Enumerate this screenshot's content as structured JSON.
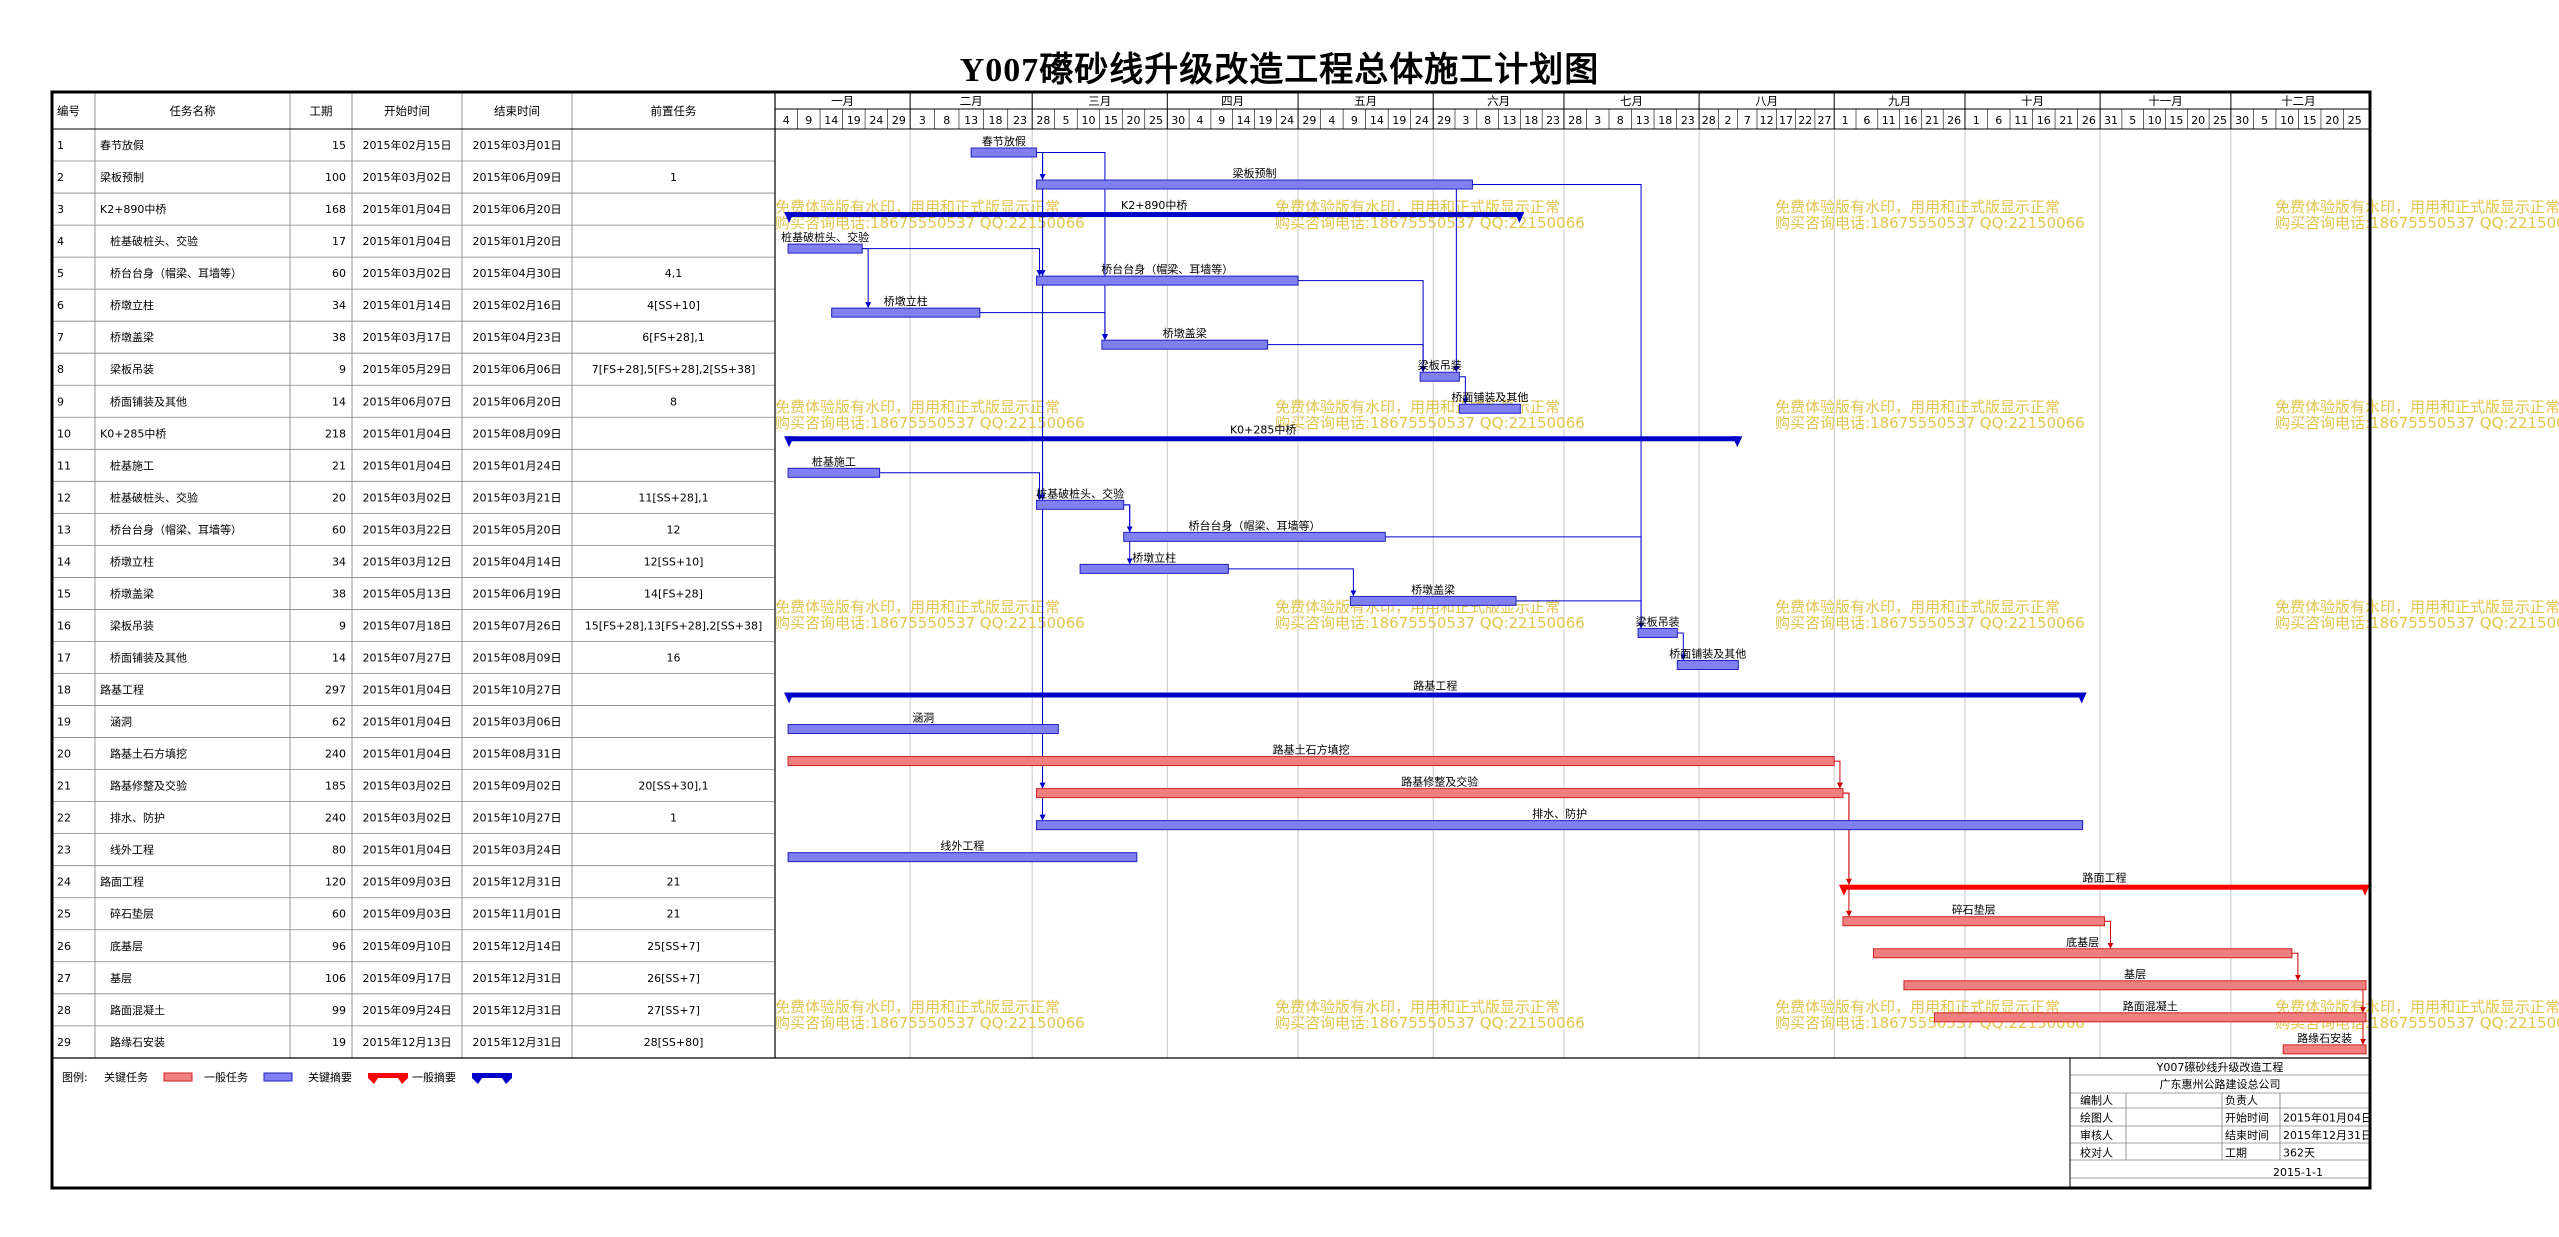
{
  "title": "Y007礤砂线升级改造工程总体施工计划图",
  "columns": [
    "编号",
    "任务名称",
    "工期",
    "开始时间",
    "结束时间",
    "前置任务"
  ],
  "months": [
    "一月",
    "二月",
    "三月",
    "四月",
    "五月",
    "六月",
    "七月",
    "八月",
    "九月",
    "十月",
    "十一月",
    "十二月"
  ],
  "day_ticks": [
    [
      "4",
      "9",
      "14",
      "19",
      "24",
      "29"
    ],
    [
      "3",
      "8",
      "13",
      "18",
      "23"
    ],
    [
      "28",
      "5",
      "10",
      "15",
      "20",
      "25"
    ],
    [
      "30",
      "4",
      "9",
      "14",
      "19",
      "24"
    ],
    [
      "29",
      "4",
      "9",
      "14",
      "19",
      "24"
    ],
    [
      "29",
      "3",
      "8",
      "13",
      "18",
      "23"
    ],
    [
      "28",
      "3",
      "8",
      "13",
      "18",
      "23"
    ],
    [
      "28",
      "2",
      "7",
      "12",
      "17",
      "22",
      "27"
    ],
    [
      "1",
      "6",
      "11",
      "16",
      "21",
      "26"
    ],
    [
      "1",
      "6",
      "11",
      "16",
      "21",
      "26"
    ],
    [
      "31",
      "5",
      "10",
      "15",
      "20",
      "25"
    ],
    [
      "30",
      "5",
      "10",
      "15",
      "20",
      "25"
    ]
  ],
  "chart_data": {
    "type": "gantt",
    "year": 2015,
    "tasks": [
      {
        "id": "1",
        "name": "春节放假",
        "indent": 1,
        "duration": "15",
        "start": "2015年02月15日",
        "end": "2015年03月01日",
        "pred": "",
        "kind": "normal_task",
        "s": "2015-02-15",
        "e": "2015-03-01"
      },
      {
        "id": "2",
        "name": "梁板预制",
        "indent": 1,
        "duration": "100",
        "start": "2015年03月02日",
        "end": "2015年06月09日",
        "pred": "1",
        "kind": "normal_task",
        "s": "2015-03-02",
        "e": "2015-06-09"
      },
      {
        "id": "3",
        "name": "K2+890中桥",
        "indent": 1,
        "duration": "168",
        "start": "2015年01月04日",
        "end": "2015年06月20日",
        "pred": "",
        "kind": "normal_summary",
        "s": "2015-01-04",
        "e": "2015-06-20"
      },
      {
        "id": "4",
        "name": "桩基破桩头、交验",
        "indent": 2,
        "duration": "17",
        "start": "2015年01月04日",
        "end": "2015年01月20日",
        "pred": "",
        "kind": "normal_task",
        "s": "2015-01-04",
        "e": "2015-01-20"
      },
      {
        "id": "5",
        "name": "桥台台身（帽梁、耳墙等）",
        "indent": 2,
        "duration": "60",
        "start": "2015年03月02日",
        "end": "2015年04月30日",
        "pred": "4,1",
        "kind": "normal_task",
        "s": "2015-03-02",
        "e": "2015-04-30"
      },
      {
        "id": "6",
        "name": "桥墩立柱",
        "indent": 2,
        "duration": "34",
        "start": "2015年01月14日",
        "end": "2015年02月16日",
        "pred": "4[SS+10]",
        "kind": "normal_task",
        "s": "2015-01-14",
        "e": "2015-02-16"
      },
      {
        "id": "7",
        "name": "桥墩盖梁",
        "indent": 2,
        "duration": "38",
        "start": "2015年03月17日",
        "end": "2015年04月23日",
        "pred": "6[FS+28],1",
        "kind": "normal_task",
        "s": "2015-03-17",
        "e": "2015-04-23"
      },
      {
        "id": "8",
        "name": "梁板吊装",
        "indent": 2,
        "duration": "9",
        "start": "2015年05月29日",
        "end": "2015年06月06日",
        "pred": "7[FS+28],5[FS+28],2[SS+38]",
        "kind": "normal_task",
        "s": "2015-05-29",
        "e": "2015-06-06"
      },
      {
        "id": "9",
        "name": "桥面铺装及其他",
        "indent": 2,
        "duration": "14",
        "start": "2015年06月07日",
        "end": "2015年06月20日",
        "pred": "8",
        "kind": "normal_task",
        "s": "2015-06-07",
        "e": "2015-06-20"
      },
      {
        "id": "10",
        "name": "K0+285中桥",
        "indent": 1,
        "duration": "218",
        "start": "2015年01月04日",
        "end": "2015年08月09日",
        "pred": "",
        "kind": "normal_summary",
        "s": "2015-01-04",
        "e": "2015-08-09"
      },
      {
        "id": "11",
        "name": "桩基施工",
        "indent": 2,
        "duration": "21",
        "start": "2015年01月04日",
        "end": "2015年01月24日",
        "pred": "",
        "kind": "normal_task",
        "s": "2015-01-04",
        "e": "2015-01-24"
      },
      {
        "id": "12",
        "name": "桩基破桩头、交验",
        "indent": 2,
        "duration": "20",
        "start": "2015年03月02日",
        "end": "2015年03月21日",
        "pred": "11[SS+28],1",
        "kind": "normal_task",
        "s": "2015-03-02",
        "e": "2015-03-21"
      },
      {
        "id": "13",
        "name": "桥台台身（帽梁、耳墙等）",
        "indent": 2,
        "duration": "60",
        "start": "2015年03月22日",
        "end": "2015年05月20日",
        "pred": "12",
        "kind": "normal_task",
        "s": "2015-03-22",
        "e": "2015-05-20"
      },
      {
        "id": "14",
        "name": "桥墩立柱",
        "indent": 2,
        "duration": "34",
        "start": "2015年03月12日",
        "end": "2015年04月14日",
        "pred": "12[SS+10]",
        "kind": "normal_task",
        "s": "2015-03-12",
        "e": "2015-04-14"
      },
      {
        "id": "15",
        "name": "桥墩盖梁",
        "indent": 2,
        "duration": "38",
        "start": "2015年05月13日",
        "end": "2015年06月19日",
        "pred": "14[FS+28]",
        "kind": "normal_task",
        "s": "2015-05-13",
        "e": "2015-06-19"
      },
      {
        "id": "16",
        "name": "梁板吊装",
        "indent": 2,
        "duration": "9",
        "start": "2015年07月18日",
        "end": "2015年07月26日",
        "pred": "15[FS+28],13[FS+28],2[SS+38]",
        "kind": "normal_task",
        "s": "2015-07-18",
        "e": "2015-07-26"
      },
      {
        "id": "17",
        "name": "桥面铺装及其他",
        "indent": 2,
        "duration": "14",
        "start": "2015年07月27日",
        "end": "2015年08月09日",
        "pred": "16",
        "kind": "normal_task",
        "s": "2015-07-27",
        "e": "2015-08-09"
      },
      {
        "id": "18",
        "name": "路基工程",
        "indent": 1,
        "duration": "297",
        "start": "2015年01月04日",
        "end": "2015年10月27日",
        "pred": "",
        "kind": "normal_summary",
        "s": "2015-01-04",
        "e": "2015-10-27"
      },
      {
        "id": "19",
        "name": "涵洞",
        "indent": 2,
        "duration": "62",
        "start": "2015年01月04日",
        "end": "2015年03月06日",
        "pred": "",
        "kind": "normal_task",
        "s": "2015-01-04",
        "e": "2015-03-06"
      },
      {
        "id": "20",
        "name": "路基土石方填挖",
        "indent": 2,
        "duration": "240",
        "start": "2015年01月04日",
        "end": "2015年08月31日",
        "pred": "",
        "kind": "key_task",
        "s": "2015-01-04",
        "e": "2015-08-31"
      },
      {
        "id": "21",
        "name": "路基修整及交验",
        "indent": 2,
        "duration": "185",
        "start": "2015年03月02日",
        "end": "2015年09月02日",
        "pred": "20[SS+30],1",
        "kind": "key_task",
        "s": "2015-03-02",
        "e": "2015-09-02"
      },
      {
        "id": "22",
        "name": "排水、防护",
        "indent": 2,
        "duration": "240",
        "start": "2015年03月02日",
        "end": "2015年10月27日",
        "pred": "1",
        "kind": "normal_task",
        "s": "2015-03-02",
        "e": "2015-10-27"
      },
      {
        "id": "23",
        "name": "线外工程",
        "indent": 2,
        "duration": "80",
        "start": "2015年01月04日",
        "end": "2015年03月24日",
        "pred": "",
        "kind": "normal_task",
        "s": "2015-01-04",
        "e": "2015-03-24"
      },
      {
        "id": "24",
        "name": "路面工程",
        "indent": 1,
        "duration": "120",
        "start": "2015年09月03日",
        "end": "2015年12月31日",
        "pred": "21",
        "kind": "key_summary",
        "s": "2015-09-03",
        "e": "2015-12-31"
      },
      {
        "id": "25",
        "name": "碎石垫层",
        "indent": 2,
        "duration": "60",
        "start": "2015年09月03日",
        "end": "2015年11月01日",
        "pred": "21",
        "kind": "key_task",
        "s": "2015-09-03",
        "e": "2015-11-01"
      },
      {
        "id": "26",
        "name": "底基层",
        "indent": 2,
        "duration": "96",
        "start": "2015年09月10日",
        "end": "2015年12月14日",
        "pred": "25[SS+7]",
        "kind": "key_task",
        "s": "2015-09-10",
        "e": "2015-12-14"
      },
      {
        "id": "27",
        "name": "基层",
        "indent": 2,
        "duration": "106",
        "start": "2015年09月17日",
        "end": "2015年12月31日",
        "pred": "26[SS+7]",
        "kind": "key_task",
        "s": "2015-09-17",
        "e": "2015-12-31"
      },
      {
        "id": "28",
        "name": "路面混凝土",
        "indent": 2,
        "duration": "99",
        "start": "2015年09月24日",
        "end": "2015年12月31日",
        "pred": "27[SS+7]",
        "kind": "key_task",
        "s": "2015-09-24",
        "e": "2015-12-31"
      },
      {
        "id": "29",
        "name": "路缘石安装",
        "indent": 2,
        "duration": "19",
        "start": "2015年12月13日",
        "end": "2015年12月31日",
        "pred": "28[SS+80]",
        "kind": "key_task",
        "s": "2015-12-13",
        "e": "2015-12-31"
      }
    ],
    "links": [
      [
        1,
        2
      ],
      [
        1,
        5
      ],
      [
        1,
        7
      ],
      [
        1,
        12
      ],
      [
        1,
        21
      ],
      [
        1,
        22
      ],
      [
        2,
        8
      ],
      [
        2,
        16
      ],
      [
        4,
        5
      ],
      [
        4,
        6
      ],
      [
        5,
        8
      ],
      [
        6,
        7
      ],
      [
        7,
        8
      ],
      [
        8,
        9
      ],
      [
        11,
        12
      ],
      [
        12,
        13
      ],
      [
        12,
        14
      ],
      [
        13,
        16
      ],
      [
        14,
        15
      ],
      [
        15,
        16
      ],
      [
        16,
        17
      ],
      [
        20,
        21
      ],
      [
        21,
        24
      ],
      [
        21,
        25
      ],
      [
        25,
        26
      ],
      [
        26,
        27
      ],
      [
        27,
        28
      ],
      [
        28,
        29
      ]
    ],
    "legend": {
      "label": "图例:",
      "items": [
        {
          "label": "关键任务",
          "kind": "key_task"
        },
        {
          "label": "一般任务",
          "kind": "normal_task"
        },
        {
          "label": "关键摘要",
          "kind": "key_summary"
        },
        {
          "label": "一般摘要",
          "kind": "normal_summary"
        }
      ]
    },
    "colors": {
      "key": "#f08080",
      "key_border": "#d02020",
      "normal": "#8080f0",
      "normal_border": "#2020c0",
      "key_summary": "#ff0000",
      "normal_summary": "#0000c8",
      "link": "#0000d0",
      "link_key": "#d00000",
      "grid": "#c8c8c8"
    }
  },
  "watermark": {
    "line1": "免费体验版有水印，用用和正式版显示正常",
    "line2": "购买咨询电话:18675550537 QQ:22150066"
  },
  "info_box": {
    "title": "Y007礤砂线升级改造工程",
    "company": "广东惠州公路建设总公司",
    "rows": [
      [
        "编制人",
        "",
        "负责人",
        ""
      ],
      [
        "绘图人",
        "",
        "开始时间",
        "2015年01月04日"
      ],
      [
        "审核人",
        "",
        "结束时间",
        "2015年12月31日"
      ],
      [
        "校对人",
        "",
        "工期",
        "362天"
      ]
    ],
    "date": "2015-1-1"
  }
}
